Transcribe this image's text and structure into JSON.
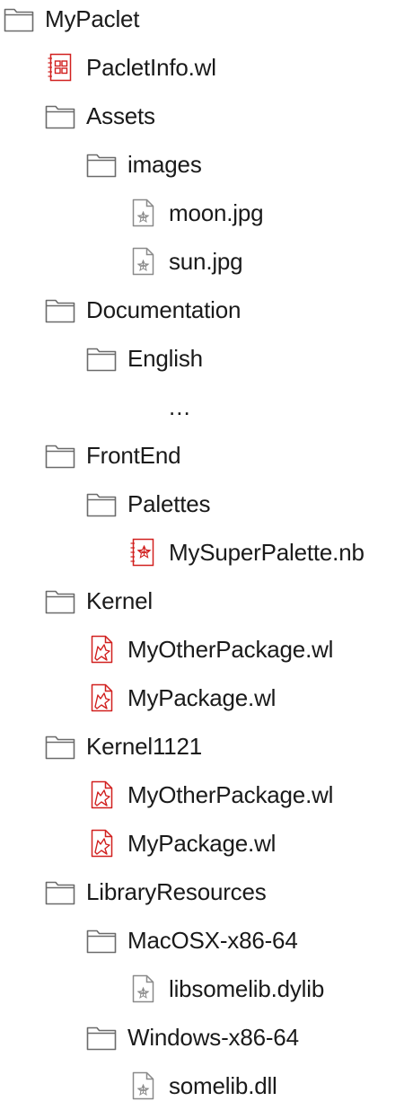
{
  "tree": [
    {
      "depth": 0,
      "type": "folder",
      "icon": "folder-icon",
      "label": "MyPaclet"
    },
    {
      "depth": 1,
      "type": "paclet",
      "icon": "paclet-info-icon",
      "label": "PacletInfo.wl"
    },
    {
      "depth": 1,
      "type": "folder",
      "icon": "folder-icon",
      "label": "Assets"
    },
    {
      "depth": 2,
      "type": "folder",
      "icon": "folder-icon",
      "label": "images"
    },
    {
      "depth": 3,
      "type": "image",
      "icon": "image-file-icon",
      "label": "moon.jpg"
    },
    {
      "depth": 3,
      "type": "image",
      "icon": "image-file-icon",
      "label": "sun.jpg"
    },
    {
      "depth": 1,
      "type": "folder",
      "icon": "folder-icon",
      "label": "Documentation"
    },
    {
      "depth": 2,
      "type": "folder",
      "icon": "folder-icon",
      "label": "English"
    },
    {
      "depth": 3,
      "type": "ellipsis",
      "icon": "",
      "label": "..."
    },
    {
      "depth": 1,
      "type": "folder",
      "icon": "folder-icon",
      "label": "FrontEnd"
    },
    {
      "depth": 2,
      "type": "folder",
      "icon": "folder-icon",
      "label": "Palettes"
    },
    {
      "depth": 3,
      "type": "notebook",
      "icon": "notebook-file-icon",
      "label": "MySuperPalette.nb"
    },
    {
      "depth": 1,
      "type": "folder",
      "icon": "folder-icon",
      "label": "Kernel"
    },
    {
      "depth": 2,
      "type": "package",
      "icon": "package-file-icon",
      "label": "MyOtherPackage.wl"
    },
    {
      "depth": 2,
      "type": "package",
      "icon": "package-file-icon",
      "label": "MyPackage.wl"
    },
    {
      "depth": 1,
      "type": "folder",
      "icon": "folder-icon",
      "label": "Kernel1121"
    },
    {
      "depth": 2,
      "type": "package",
      "icon": "package-file-icon",
      "label": "MyOtherPackage.wl"
    },
    {
      "depth": 2,
      "type": "package",
      "icon": "package-file-icon",
      "label": "MyPackage.wl"
    },
    {
      "depth": 1,
      "type": "folder",
      "icon": "folder-icon",
      "label": "LibraryResources"
    },
    {
      "depth": 2,
      "type": "folder",
      "icon": "folder-icon",
      "label": "MacOSX-x86-64"
    },
    {
      "depth": 3,
      "type": "generic",
      "icon": "image-file-icon",
      "label": "libsomelib.dylib"
    },
    {
      "depth": 2,
      "type": "folder",
      "icon": "folder-icon",
      "label": "Windows-x86-64"
    },
    {
      "depth": 3,
      "type": "generic",
      "icon": "image-file-icon",
      "label": "somelib.dll"
    }
  ],
  "colors": {
    "text": "#1a1a1a",
    "folder_stroke": "#6b6b6b",
    "wolfram_red": "#d1201f",
    "file_stroke": "#8a8a8a"
  }
}
